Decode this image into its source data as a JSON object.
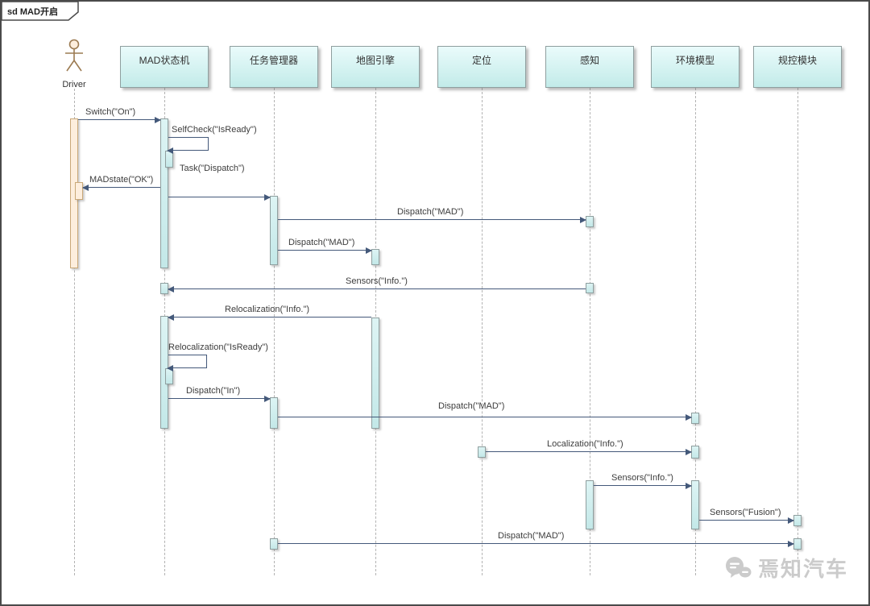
{
  "frame": {
    "title": "sd MAD开启"
  },
  "actor": {
    "label": "Driver"
  },
  "lifelines": [
    {
      "label": "MAD状态机"
    },
    {
      "label": "任务管理器"
    },
    {
      "label": "地图引擎"
    },
    {
      "label": "定位"
    },
    {
      "label": "感知"
    },
    {
      "label": "环境模型"
    },
    {
      "label": "规控模块"
    }
  ],
  "messages": [
    {
      "label": "Switch(\"On\")",
      "from": "Driver",
      "to": "MAD状态机",
      "type": "call"
    },
    {
      "label": "SelfCheck(\"IsReady\")",
      "from": "MAD状态机",
      "to": "MAD状态机",
      "type": "self"
    },
    {
      "label": "MADstate(\"OK\")",
      "from": "MAD状态机",
      "to": "Driver",
      "type": "call"
    },
    {
      "label": "Task(\"Dispatch\")",
      "from": "MAD状态机",
      "to": "任务管理器",
      "type": "call"
    },
    {
      "label": "Dispatch(\"MAD\")",
      "from": "任务管理器",
      "to": "感知",
      "type": "call"
    },
    {
      "label": "Dispatch(\"MAD\")",
      "from": "任务管理器",
      "to": "地图引擎",
      "type": "call"
    },
    {
      "label": "Sensors(\"Info.\")",
      "from": "感知",
      "to": "MAD状态机",
      "type": "call"
    },
    {
      "label": "Relocalization(\"Info.\")",
      "from": "地图引擎",
      "to": "MAD状态机",
      "type": "call"
    },
    {
      "label": "Relocalization(\"IsReady\")",
      "from": "MAD状态机",
      "to": "MAD状态机",
      "type": "self"
    },
    {
      "label": "Dispatch(\"In\")",
      "from": "MAD状态机",
      "to": "任务管理器",
      "type": "call"
    },
    {
      "label": "Dispatch(\"MAD\")",
      "from": "任务管理器",
      "to": "环境模型",
      "type": "call"
    },
    {
      "label": "Localization(\"Info.\")",
      "from": "定位",
      "to": "环境模型",
      "type": "call"
    },
    {
      "label": "Sensors(\"Info.\")",
      "from": "感知",
      "to": "环境模型",
      "type": "call"
    },
    {
      "label": "Sensors(\"Fusion\")",
      "from": "环境模型",
      "to": "规控模块",
      "type": "call"
    },
    {
      "label": "Dispatch(\"MAD\")",
      "from": "任务管理器",
      "to": "规控模块",
      "type": "call"
    }
  ],
  "watermark": {
    "text": "焉知汽车"
  },
  "colors": {
    "lifeline_head_fill": "#c9edec",
    "activation_fill": "#cdeaea",
    "driver_activation_fill": "#fdeedd",
    "arrow": "#44597a",
    "border": "#8f9f9f",
    "watermark": "#cbcbcb"
  }
}
